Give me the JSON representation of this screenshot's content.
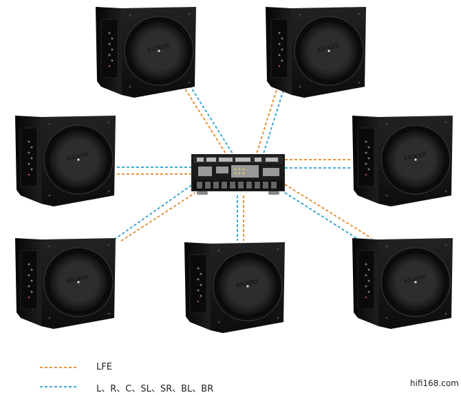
{
  "diagram": {
    "title": "7-subwoofer surround system connected to AV receiver",
    "center_device": "av-receiver",
    "subwoofers": [
      {
        "id": "top-left",
        "position": "top-left"
      },
      {
        "id": "top-right",
        "position": "top-right"
      },
      {
        "id": "mid-left",
        "position": "middle-left"
      },
      {
        "id": "mid-right",
        "position": "middle-right"
      },
      {
        "id": "bottom-left",
        "position": "bottom-left"
      },
      {
        "id": "bottom-center",
        "position": "bottom-center"
      },
      {
        "id": "bottom-right",
        "position": "bottom-right"
      }
    ],
    "connections": [
      {
        "from": "av-receiver",
        "to": "top-left",
        "lines": [
          "LFE",
          "L、R、C、SL、SR、BL、BR"
        ]
      },
      {
        "from": "av-receiver",
        "to": "top-right",
        "lines": [
          "LFE",
          "L、R、C、SL、SR、BL、BR"
        ]
      },
      {
        "from": "av-receiver",
        "to": "mid-left",
        "lines": [
          "LFE",
          "L、R、C、SL、SR、BL、BR"
        ]
      },
      {
        "from": "av-receiver",
        "to": "mid-right",
        "lines": [
          "LFE",
          "L、R、C、SL、SR、BL、BR"
        ]
      },
      {
        "from": "av-receiver",
        "to": "bottom-left",
        "lines": [
          "LFE",
          "L、R、C、SL、SR、BL、BR"
        ]
      },
      {
        "from": "av-receiver",
        "to": "bottom-center",
        "lines": [
          "LFE",
          "L、R、C、SL、SR、BL、BR"
        ]
      },
      {
        "from": "av-receiver",
        "to": "bottom-right",
        "lines": [
          "LFE",
          "L、R、C、SL、SR、BL、BR"
        ]
      }
    ]
  },
  "legend": {
    "items": [
      {
        "label": "LFE",
        "color": "#e8913a"
      },
      {
        "label": "L、R、C、SL、SR、BL、BR",
        "color": "#3aa7d6"
      }
    ]
  },
  "colors": {
    "lfe": "#e8913a",
    "main": "#3aa7d6",
    "cabinet": "#141414"
  },
  "watermark": "hifi168.com"
}
